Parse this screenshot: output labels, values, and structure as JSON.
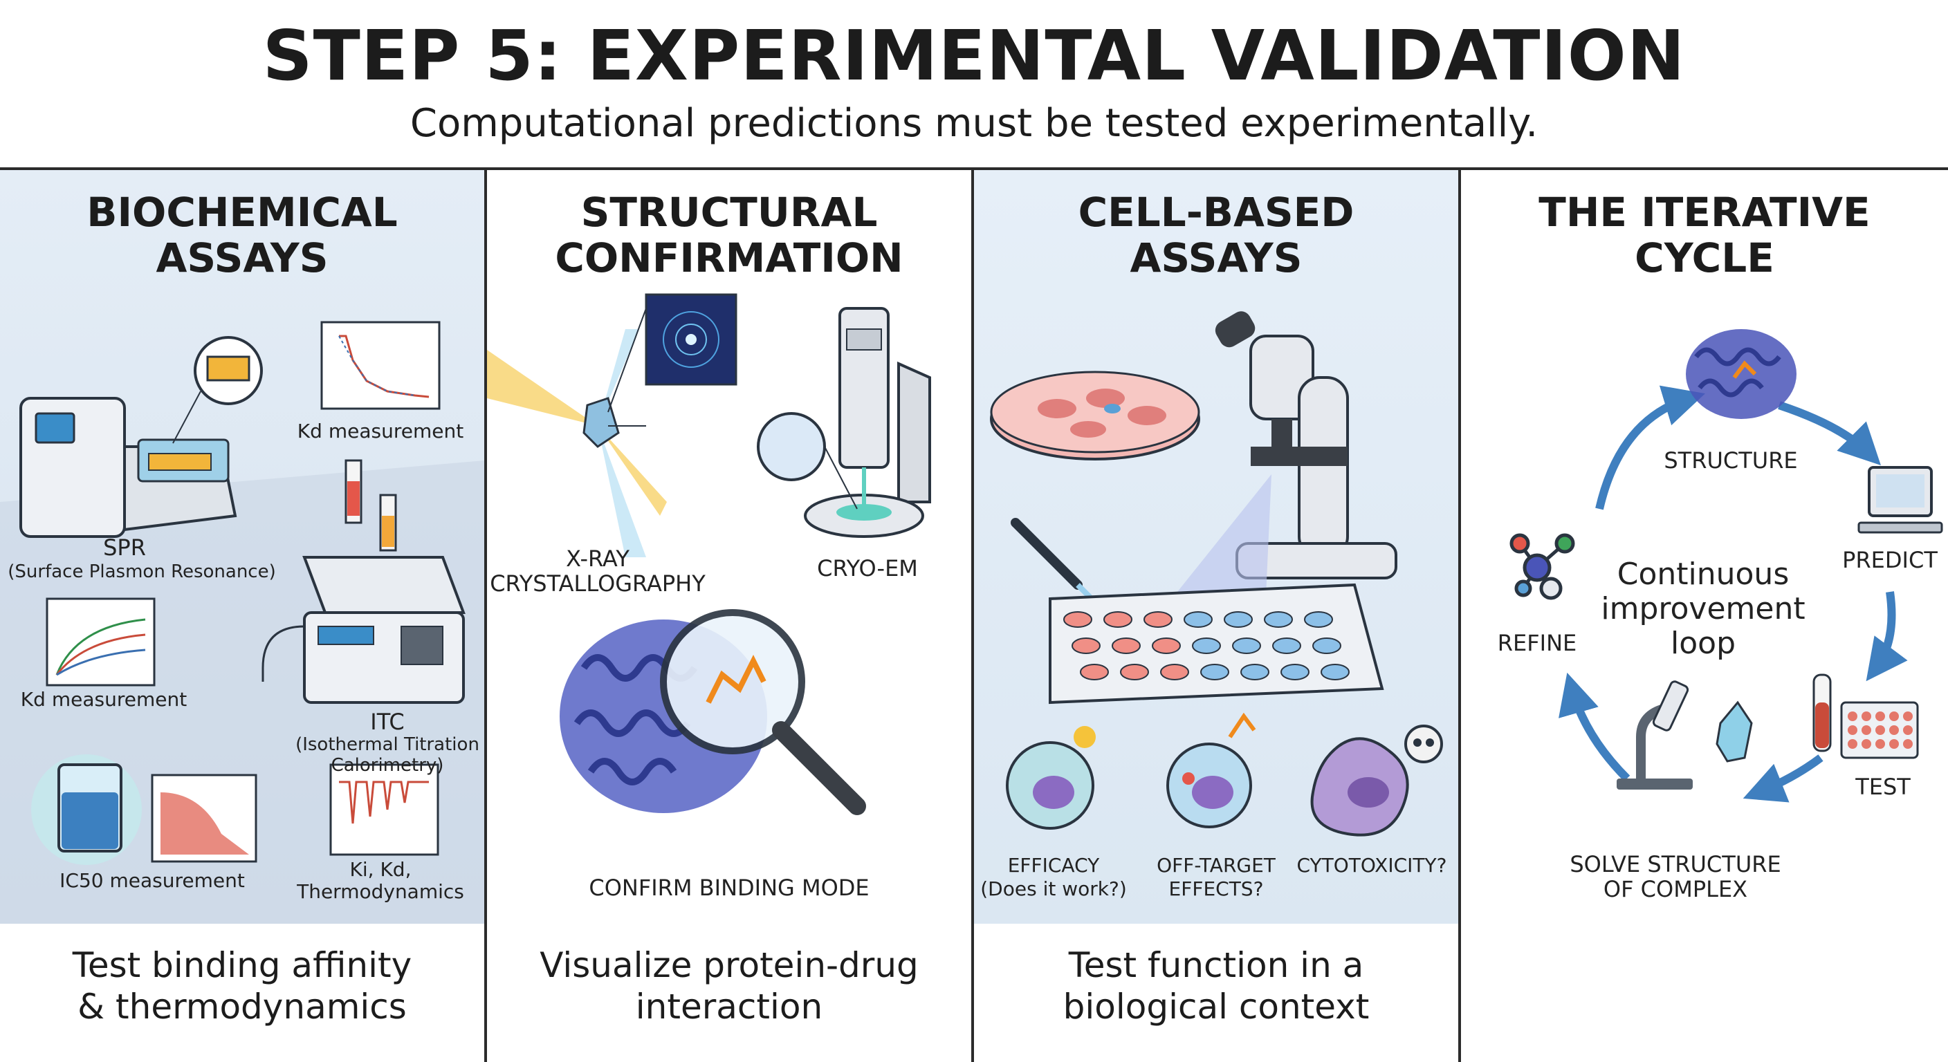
{
  "header": {
    "title": "STEP 5: EXPERIMENTAL VALIDATION",
    "subtitle": "Computational predictions must be tested experimentally."
  },
  "panels": [
    {
      "title_line1": "BIOCHEMICAL",
      "title_line2": "ASSAYS",
      "caption_line1": "Test binding affinity",
      "caption_line2": "& thermodynamics",
      "labels": {
        "kd_top": "Kd measurement",
        "spr": "SPR",
        "spr_full": "(Surface Plasmon Resonance)",
        "kd_bottom": "Kd measurement",
        "itc": "ITC",
        "itc_full_1": "(Isothermal Titration",
        "itc_full_2": "Calorimetry)",
        "ic50": "IC50 measurement",
        "thermo_1": "Ki, Kd,",
        "thermo_2": "Thermodynamics"
      }
    },
    {
      "title_line1": "STRUCTURAL",
      "title_line2": "CONFIRMATION",
      "caption_line1": "Visualize protein-drug",
      "caption_line2": "interaction",
      "labels": {
        "xray_1": "X-RAY",
        "xray_2": "CRYSTALLOGRAPHY",
        "cryo": "CRYO-EM",
        "confirm": "CONFIRM BINDING MODE"
      }
    },
    {
      "title_line1": "CELL-BASED",
      "title_line2": "ASSAYS",
      "caption_line1": "Test function in a",
      "caption_line2": "biological context",
      "labels": {
        "efficacy_1": "EFFICACY",
        "efficacy_2": "(Does it work?)",
        "offtarget_1": "OFF-TARGET",
        "offtarget_2": "EFFECTS?",
        "cytotox": "CYTOTOXICITY?"
      }
    },
    {
      "title_line1": "THE ITERATIVE",
      "title_line2": "CYCLE",
      "labels": {
        "structure": "STRUCTURE",
        "predict": "PREDICT",
        "test": "TEST",
        "solve_1": "SOLVE STRUCTURE",
        "solve_2": "OF COMPLEX",
        "refine": "REFINE",
        "center_1": "Continuous",
        "center_2": "improvement",
        "center_3": "loop"
      }
    }
  ],
  "colors": {
    "panel1_bg": "#dfe9f3",
    "panel3_bg": "#e3edf6",
    "arrow": "#3f7fbf",
    "protein": "#4a55b8",
    "ligand": "#f08a1c"
  },
  "icons": [
    "spr-instrument-icon",
    "itc-instrument-icon",
    "beaker-icon",
    "xray-beam-icon",
    "diffraction-pattern-icon",
    "cryo-em-microscope-icon",
    "protein-structure-icon",
    "magnifier-icon",
    "petri-dish-icon",
    "microscope-icon",
    "pipette-icon",
    "well-plate-icon",
    "cell-icon",
    "skull-icon",
    "computer-icon",
    "test-tube-icon",
    "molecule-icon",
    "crystal-icon",
    "cycle-arrow-icon"
  ]
}
